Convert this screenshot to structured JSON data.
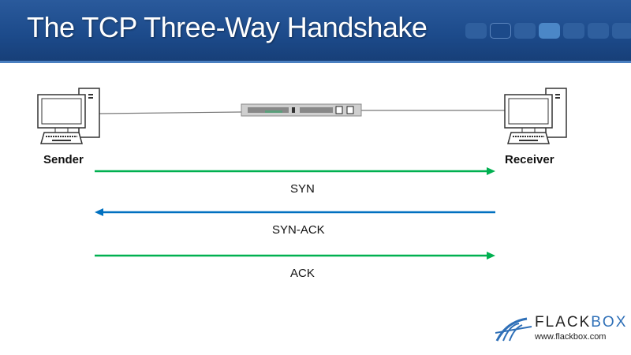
{
  "slide": {
    "title": "The TCP Three-Way Handshake"
  },
  "nav_dots": [
    {
      "state": "normal"
    },
    {
      "state": "outline"
    },
    {
      "state": "normal"
    },
    {
      "state": "active"
    },
    {
      "state": "normal"
    },
    {
      "state": "normal"
    },
    {
      "state": "normal"
    }
  ],
  "nodes": {
    "sender": "Sender",
    "receiver": "Receiver"
  },
  "messages": [
    {
      "label": "SYN",
      "direction": "sender-to-receiver",
      "color": "#00b050"
    },
    {
      "label": "SYN-ACK",
      "direction": "receiver-to-sender",
      "color": "#0070c0"
    },
    {
      "label": "ACK",
      "direction": "sender-to-receiver",
      "color": "#00b050"
    }
  ],
  "logo": {
    "name_part1": "FLACK",
    "name_part2": "BOX",
    "url": "www.flackbox.com"
  }
}
